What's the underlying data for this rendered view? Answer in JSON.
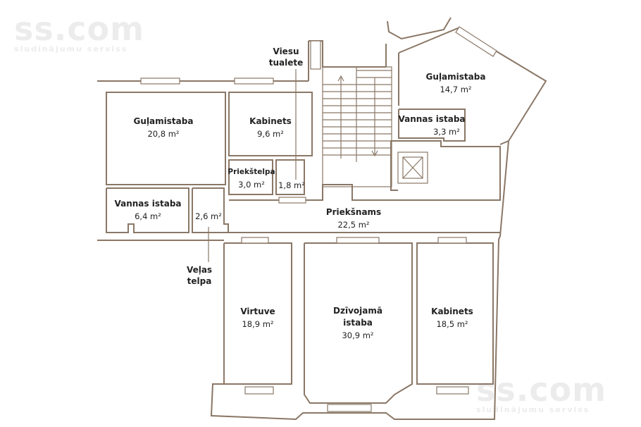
{
  "watermark": {
    "brand": "ss.com",
    "tagline": "sludinājumu serviss"
  },
  "rooms": {
    "bedroom_left": {
      "name": "Guļamistaba",
      "area": "20,8 m²"
    },
    "office_top": {
      "name": "Kabinets",
      "area": "9,6 m²"
    },
    "hall_small": {
      "name": "Priekštelpa",
      "area": "3,0 m²"
    },
    "guest_wc": {
      "name": "Viesu\ntualete",
      "area": "1,8 m²"
    },
    "bath_left": {
      "name": "Vannas istaba",
      "area": "6,4 m²"
    },
    "laundry": {
      "name": "Veļas\ntelpa",
      "area": "2,6 m²"
    },
    "hallway": {
      "name": "Priekšnams",
      "area": "22,5 m²"
    },
    "bedroom_right": {
      "name": "Guļamistaba",
      "area": "14,7 m²"
    },
    "bath_right": {
      "name": "Vannas istaba",
      "area": "3,3 m²"
    },
    "kitchen": {
      "name": "Virtuve",
      "area": "18,9 m²"
    },
    "living": {
      "name": "Dzīvojamā\nistaba",
      "area": "30,9 m²"
    },
    "office_bottom": {
      "name": "Kabinets",
      "area": "18,5 m²"
    }
  }
}
